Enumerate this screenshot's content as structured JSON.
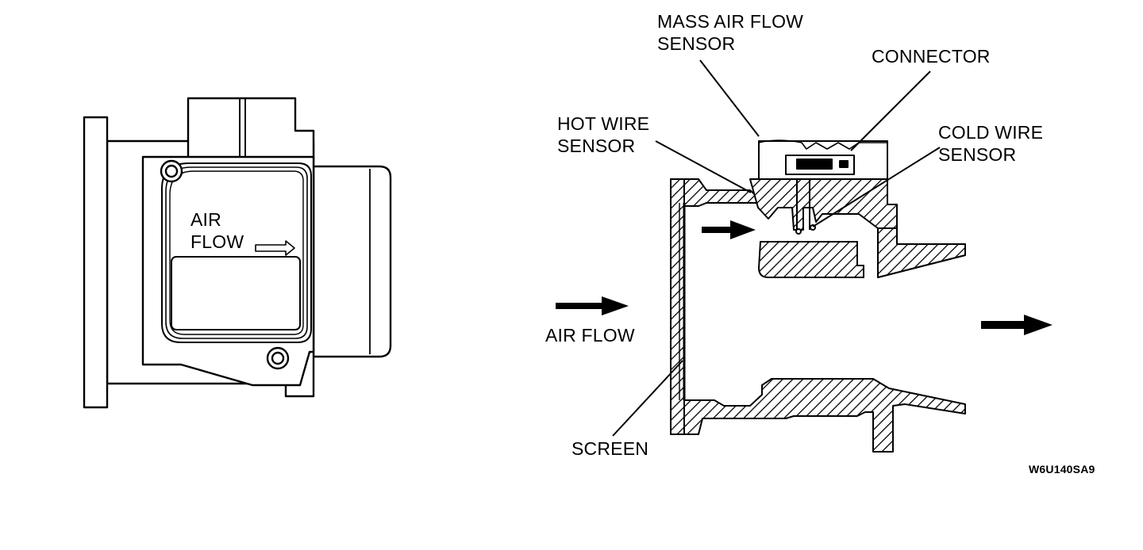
{
  "left_view": {
    "cover_label_line1": "AIR",
    "cover_label_line2": "FLOW"
  },
  "right_view": {
    "labels": {
      "mass_air_flow_sensor_line1": "MASS AIR FLOW",
      "mass_air_flow_sensor_line2": "SENSOR",
      "connector": "CONNECTOR",
      "hot_wire_line1": "HOT WIRE",
      "hot_wire_line2": "SENSOR",
      "cold_wire_line1": "COLD WIRE",
      "cold_wire_line2": "SENSOR",
      "air_flow": "AIR FLOW",
      "screen": "SCREEN"
    }
  },
  "figure_code": "W6U140SA9",
  "colors": {
    "ink": "#000000",
    "paper": "#ffffff"
  }
}
